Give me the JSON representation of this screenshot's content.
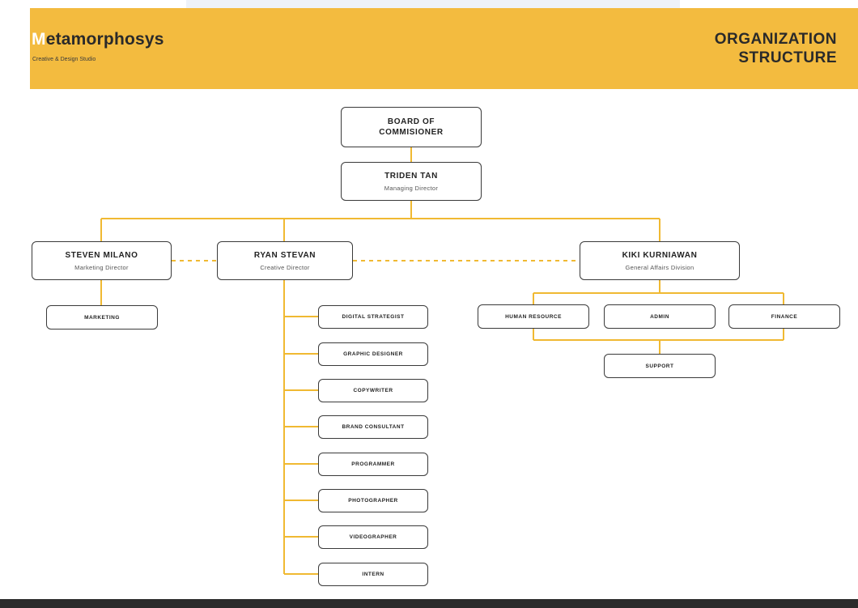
{
  "header": {
    "brand_first_letter": "M",
    "brand_rest": "etamorphosys",
    "tagline": "Creative & Design Studio",
    "title_line1": "ORGANIZATION",
    "title_line2": "STRUCTURE"
  },
  "colors": {
    "accent": "#f3bb3f",
    "connector": "#f0b932",
    "text": "#222222"
  },
  "org": {
    "board": {
      "line1": "BOARD OF",
      "line2": "COMMISIONER"
    },
    "ceo": {
      "name": "TRIDEN TAN",
      "role": "Managing Director"
    },
    "marketing_director": {
      "name": "STEVEN MILANO",
      "role": "Marketing Director"
    },
    "creative_director": {
      "name": "RYAN STEVAN",
      "role": "Creative Director"
    },
    "general_affairs": {
      "name": "KIKI KURNIAWAN",
      "role": "General Affairs Division"
    },
    "marketing_units": [
      "MARKETING"
    ],
    "creative_units": [
      "DIGITAL STRATEGIST",
      "GRAPHIC DESIGNER",
      "COPYWRITER",
      "BRAND CONSULTANT",
      "PROGRAMMER",
      "PHOTOGRAPHER",
      "VIDEOGRAPHER",
      "INTERN"
    ],
    "ga_units": [
      "HUMAN RESOURCE",
      "ADMIN",
      "FINANCE",
      "SUPPORT"
    ]
  }
}
